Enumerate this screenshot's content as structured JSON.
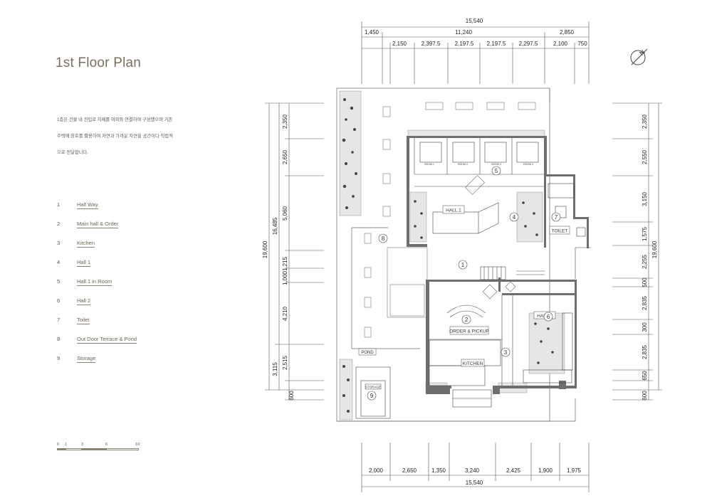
{
  "title": "1st Floor Plan",
  "description": [
    "1층은 건물 내 진입로 자체를 여외와 연결하여 구성했으며 기존",
    "주택에 창호를 활용하여 자연과 가까운 자연을 공간이다 직접적",
    "으로 전달합니다."
  ],
  "legend": [
    {
      "num": "1",
      "label": "Hall Way"
    },
    {
      "num": "2",
      "label": "Main hall & Order"
    },
    {
      "num": "3",
      "label": "Kitchen"
    },
    {
      "num": "4",
      "label": "Hall 1"
    },
    {
      "num": "5",
      "label": "Hall 1 in Room"
    },
    {
      "num": "6",
      "label": "Hall 2"
    },
    {
      "num": "7",
      "label": "Toilet"
    },
    {
      "num": "8",
      "label": "Out Door Terrace & Pond"
    },
    {
      "num": "9",
      "label": "Storage"
    }
  ],
  "scale": {
    "ticks": [
      "0",
      "1",
      "3",
      "6",
      "10"
    ]
  },
  "compass": {
    "letter": "N"
  },
  "dims": {
    "top_total": "15,540",
    "top_row2": [
      "1,450",
      "11,240",
      "2,850"
    ],
    "top_row3": [
      "2,150",
      "2,397.5",
      "2,197.5",
      "2,197.5",
      "2,297.5",
      "2,100",
      "750"
    ],
    "bottom_row": [
      "2,000",
      "2,650",
      "1,350",
      "3,240",
      "2,425",
      "1,900",
      "1,975"
    ],
    "bottom_total": "15,540",
    "left_total": "19,600",
    "left_mid": [
      "16,485",
      "3,115"
    ],
    "left_inner": [
      "2,350",
      "2,650",
      "5,060",
      "1,215",
      "1,000",
      "4,210",
      "2,515",
      "600"
    ],
    "right_total": "19,600",
    "right_inner": [
      "2,350",
      "2,550",
      "3,150",
      "1,575",
      "2,255",
      "500",
      "2,835",
      "300",
      "2,835",
      "650",
      "600"
    ]
  },
  "rooms": {
    "hall1": "HALL 1",
    "toilet": "TOILET",
    "hall2": "HALL 2",
    "order": "ORDER & PICKUP",
    "kitchen": "KITCHEN",
    "pond": "POND",
    "storage": "STORAGE",
    "room_tags": [
      "ROOM 1",
      "ROOM 2",
      "ROOM 3",
      "ROOM 4"
    ]
  },
  "markers": [
    "1",
    "2",
    "3",
    "4",
    "5",
    "6",
    "7",
    "8",
    "9"
  ],
  "colors": {
    "accent": "#7a6f5e",
    "wall": "#6e6e6e",
    "line": "#444444"
  }
}
